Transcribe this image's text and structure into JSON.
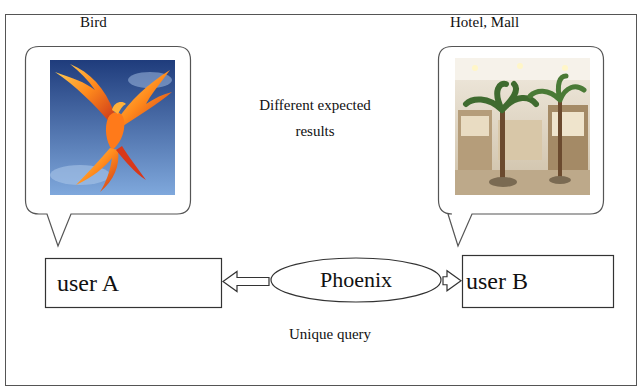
{
  "diagram": {
    "nodes": [
      {
        "text": [
          "Bird"
        ]
      },
      {
        "text": [
          "Hotel, Mall"
        ]
      },
      {
        "text": [
          "user A"
        ]
      },
      {
        "text": [
          "Phoenix"
        ]
      },
      {
        "text": [
          "user B"
        ]
      }
    ],
    "edges": [
      {
        "from": 3,
        "to": 2,
        "arrow": "to"
      },
      {
        "from": 3,
        "to": 4,
        "arrow": "to"
      }
    ],
    "labels": [
      "Different expected results",
      "Unique query"
    ]
  }
}
